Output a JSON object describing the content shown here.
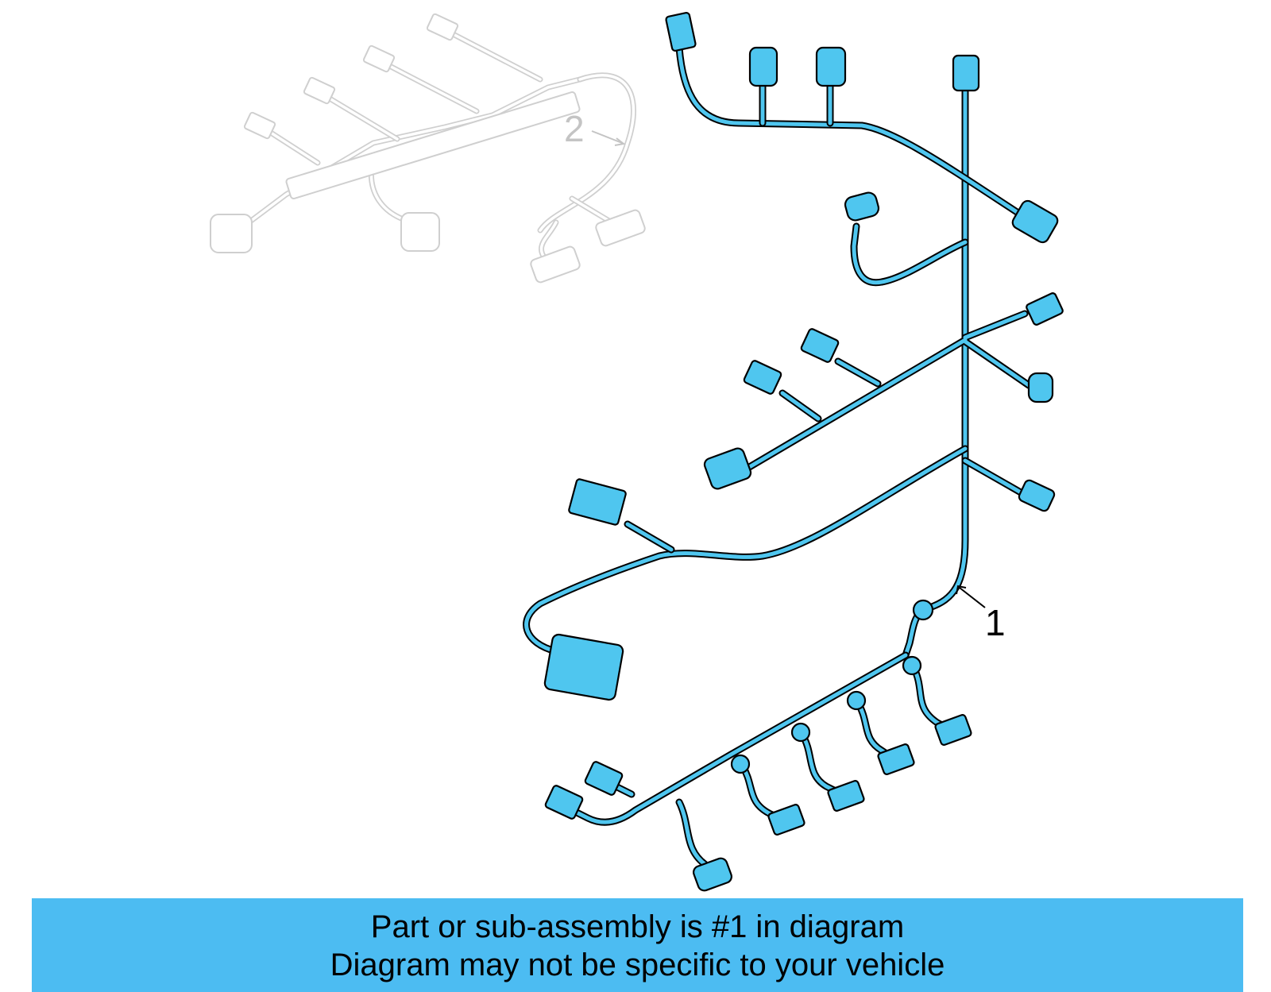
{
  "diagram": {
    "callout_main": "1",
    "callout_other": "2"
  },
  "colors": {
    "harness": "#4fc6ef",
    "ghost": "#cfcfcf",
    "banner": "#4cbcf2"
  },
  "banner": {
    "line1": "Part or sub-assembly is #1 in diagram",
    "line2": "Diagram may not be specific to your vehicle"
  }
}
